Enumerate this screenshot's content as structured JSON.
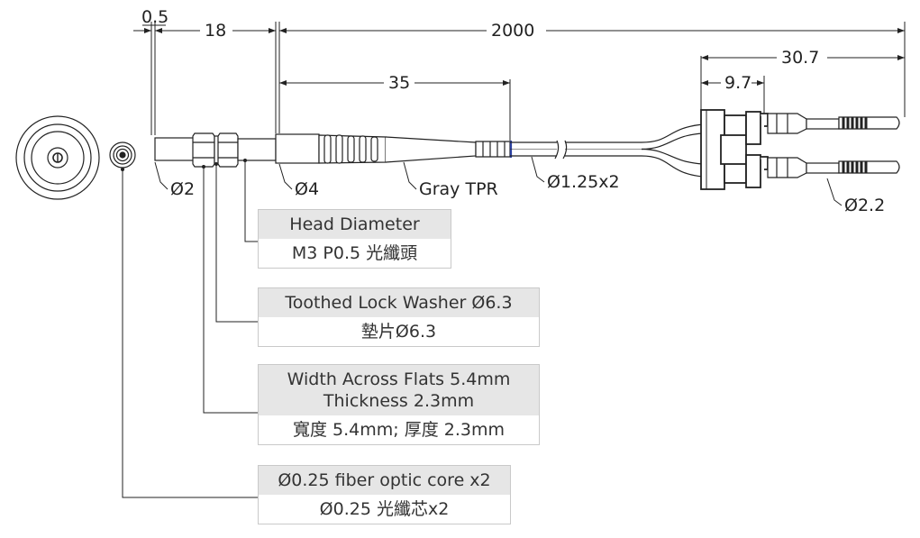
{
  "dimensions": {
    "d_0_5": "0.5",
    "d_18": "18",
    "d_2000": "2000",
    "d_35": "35",
    "d_30_7": "30.7",
    "d_9_7": "9.7"
  },
  "labels": {
    "dia2": "Ø2",
    "dia4": "Ø4",
    "gray_tpr": "Gray TPR",
    "dia125": "Ø1.25x2",
    "dia22": "Ø2.2"
  },
  "callouts": {
    "head": {
      "title": "Head Diameter",
      "body": "M3 P0.5 光纖頭"
    },
    "washer": {
      "title": "Toothed Lock Washer Ø6.3",
      "body": "墊片Ø6.3"
    },
    "flats": {
      "title_line1": "Width Across Flats 5.4mm",
      "title_line2": "Thickness 2.3mm",
      "body": "寬度 5.4mm; 厚度 2.3mm"
    },
    "fiber": {
      "title": "Ø0.25 fiber optic core x2",
      "body": "Ø0.25 光纖芯x2"
    }
  }
}
